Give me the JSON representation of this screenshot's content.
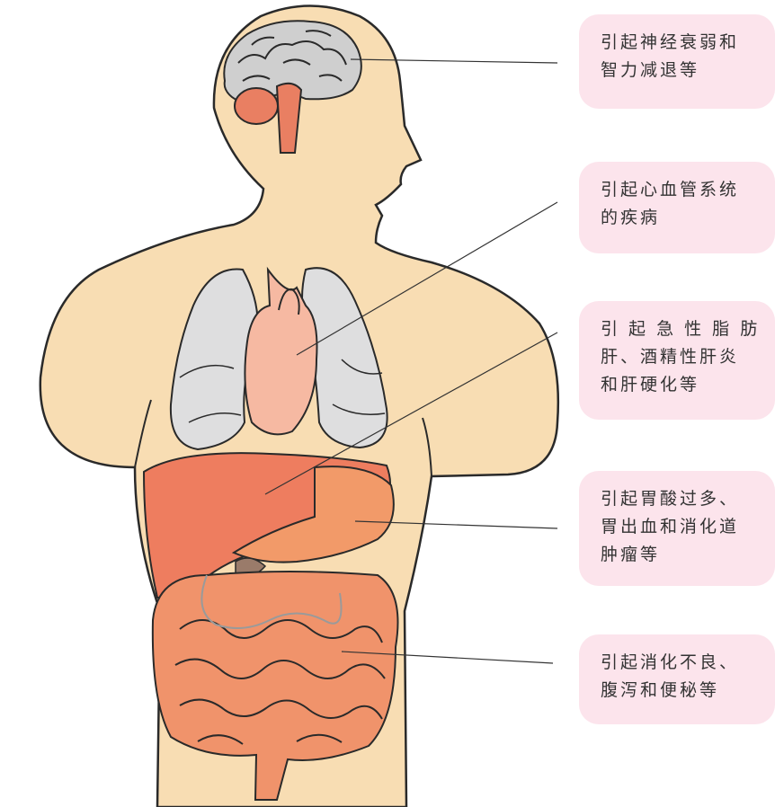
{
  "callouts": [
    {
      "id": "brain",
      "lines": [
        "引起神经衰弱和",
        "智力减退等"
      ]
    },
    {
      "id": "heart",
      "lines": [
        "引起心血管系统",
        "的疾病"
      ]
    },
    {
      "id": "liver",
      "lines": [
        "引 起 急 性 脂 肪",
        "肝、酒精性肝炎",
        "和肝硬化等"
      ]
    },
    {
      "id": "stomach",
      "lines": [
        "引起胃酸过多、",
        "胃出血和消化道",
        "肿瘤等"
      ]
    },
    {
      "id": "intestine",
      "lines": [
        "引起消化不良、",
        "腹泻和便秘等"
      ]
    }
  ],
  "colors": {
    "skin": "#f8ddb3",
    "outline": "#2a2a2a",
    "brain": "#cfcfcf",
    "brainstem": "#e97f62",
    "lung": "#dededf",
    "heart": "#f6b9a2",
    "liver": "#ee7d5f",
    "stomach": "#f29a69",
    "intestine": "#f0936b",
    "callout_bg": "#fce4ec"
  }
}
